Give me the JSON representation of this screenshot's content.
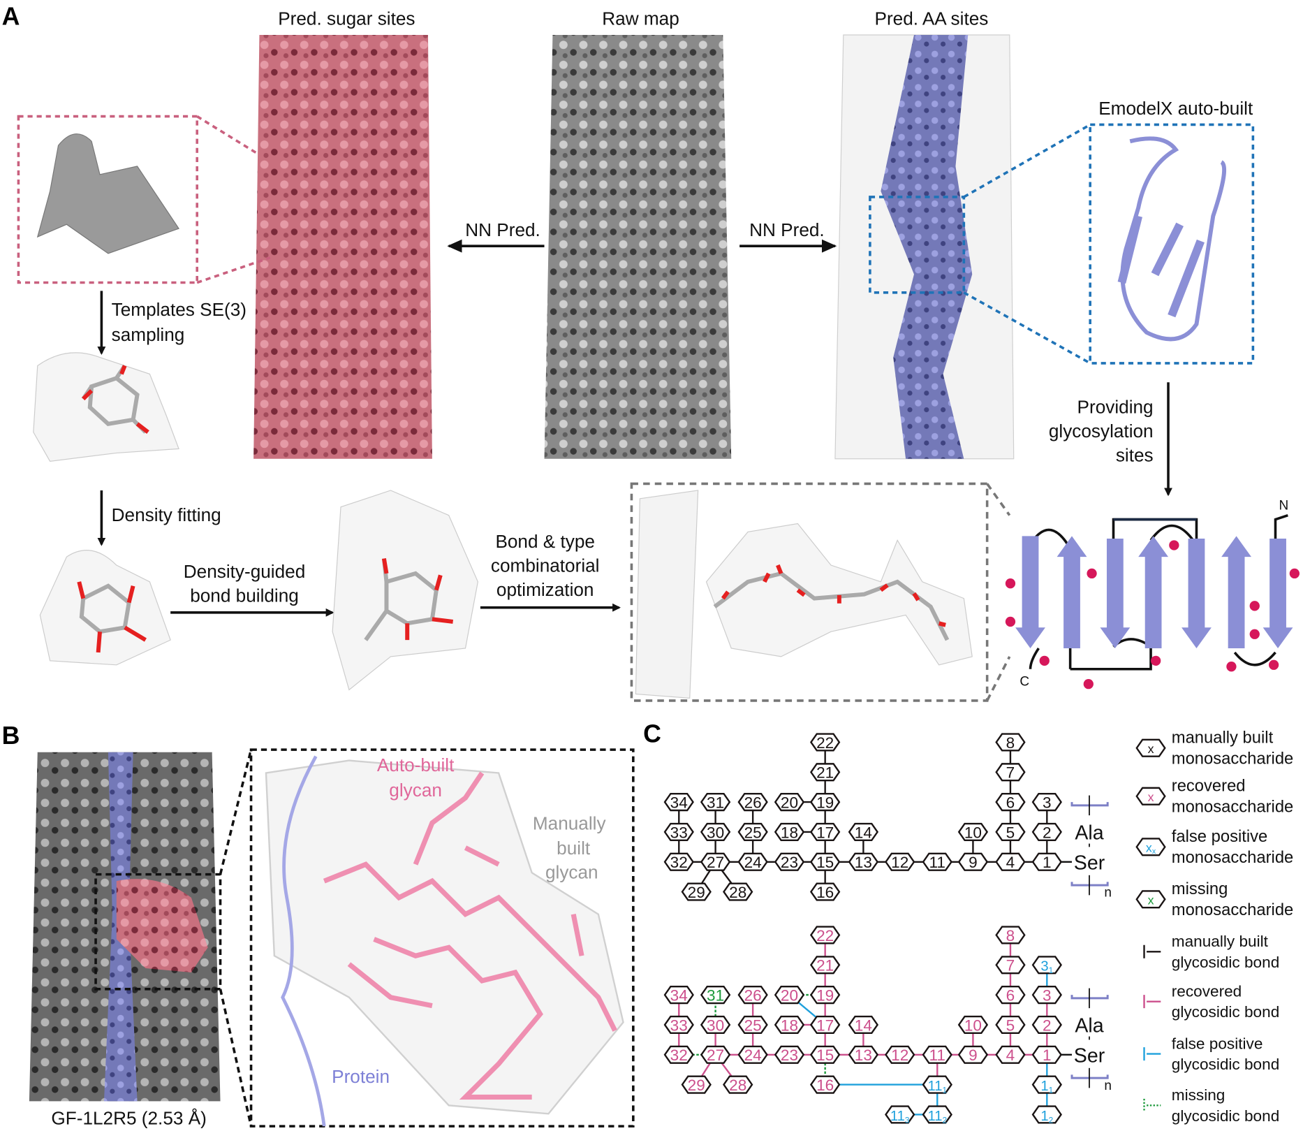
{
  "panels": {
    "a": "A",
    "b": "B",
    "c": "C"
  },
  "panel_a": {
    "col_sugar": "Pred. sugar sites",
    "col_raw": "Raw map",
    "col_aa": "Pred. AA sites",
    "nn_pred_left": "NN Pred.",
    "nn_pred_right": "NN Pred.",
    "emodelx": "EmodelX auto-built",
    "templates_1": "Templates SE(3)",
    "templates_2": "sampling",
    "density_fitting": "Density fitting",
    "dg_1": "Density-guided",
    "dg_2": "bond building",
    "bt_1": "Bond & type",
    "bt_2": "combinatorial",
    "bt_3": "optimization",
    "prov_1": "Providing",
    "prov_2": "glycosylation",
    "prov_3": "sites",
    "topo_n": "N",
    "topo_c": "C"
  },
  "panel_b": {
    "map_label": "GF-1L2R5 (2.53 Å)",
    "auto_1": "Auto-built",
    "auto_2": "glycan",
    "man_1": "Manually",
    "man_2": "built",
    "man_3": "glycan",
    "protein": "Protein"
  },
  "panel_c": {
    "residue_ala": "Ala",
    "residue_ser": "Ser",
    "repeat_n": "n",
    "manual_tree": {
      "nodes": [
        "1",
        "2",
        "3",
        "4",
        "5",
        "6",
        "7",
        "8",
        "9",
        "10",
        "11",
        "12",
        "13",
        "14",
        "15",
        "16",
        "17",
        "18",
        "19",
        "20",
        "21",
        "22",
        "23",
        "24",
        "25",
        "26",
        "27",
        "28",
        "29",
        "30",
        "31",
        "32",
        "33",
        "34"
      ],
      "edges": [
        [
          "1",
          "2"
        ],
        [
          "2",
          "3"
        ],
        [
          "1",
          "4"
        ],
        [
          "4",
          "5"
        ],
        [
          "5",
          "6"
        ],
        [
          "6",
          "7"
        ],
        [
          "7",
          "8"
        ],
        [
          "4",
          "9"
        ],
        [
          "9",
          "10"
        ],
        [
          "9",
          "11"
        ],
        [
          "11",
          "12"
        ],
        [
          "12",
          "13"
        ],
        [
          "13",
          "14"
        ],
        [
          "13",
          "15"
        ],
        [
          "15",
          "16"
        ],
        [
          "15",
          "17"
        ],
        [
          "17",
          "18"
        ],
        [
          "17",
          "19"
        ],
        [
          "19",
          "20"
        ],
        [
          "19",
          "21"
        ],
        [
          "21",
          "22"
        ],
        [
          "15",
          "23"
        ],
        [
          "23",
          "24"
        ],
        [
          "24",
          "25"
        ],
        [
          "25",
          "26"
        ],
        [
          "24",
          "27"
        ],
        [
          "27",
          "28"
        ],
        [
          "27",
          "29"
        ],
        [
          "27",
          "30"
        ],
        [
          "30",
          "31"
        ],
        [
          "27",
          "32"
        ],
        [
          "32",
          "33"
        ],
        [
          "33",
          "34"
        ]
      ]
    },
    "auto_tree": {
      "nodes": [
        {
          "id": "1",
          "s": "recovered"
        },
        {
          "id": "2",
          "s": "recovered"
        },
        {
          "id": "3",
          "s": "recovered"
        },
        {
          "id": "4",
          "s": "recovered"
        },
        {
          "id": "5",
          "s": "recovered"
        },
        {
          "id": "6",
          "s": "recovered"
        },
        {
          "id": "7",
          "s": "recovered"
        },
        {
          "id": "8",
          "s": "recovered"
        },
        {
          "id": "9",
          "s": "recovered"
        },
        {
          "id": "10",
          "s": "recovered"
        },
        {
          "id": "11",
          "s": "recovered"
        },
        {
          "id": "12",
          "s": "recovered"
        },
        {
          "id": "13",
          "s": "recovered"
        },
        {
          "id": "14",
          "s": "recovered"
        },
        {
          "id": "15",
          "s": "recovered"
        },
        {
          "id": "16",
          "s": "recovered"
        },
        {
          "id": "17",
          "s": "recovered"
        },
        {
          "id": "18",
          "s": "recovered"
        },
        {
          "id": "19",
          "s": "recovered"
        },
        {
          "id": "20",
          "s": "recovered"
        },
        {
          "id": "21",
          "s": "recovered"
        },
        {
          "id": "22",
          "s": "recovered"
        },
        {
          "id": "23",
          "s": "recovered"
        },
        {
          "id": "24",
          "s": "recovered"
        },
        {
          "id": "25",
          "s": "recovered"
        },
        {
          "id": "26",
          "s": "recovered"
        },
        {
          "id": "27",
          "s": "recovered"
        },
        {
          "id": "28",
          "s": "recovered"
        },
        {
          "id": "29",
          "s": "recovered"
        },
        {
          "id": "30",
          "s": "recovered"
        },
        {
          "id": "31",
          "s": "missing"
        },
        {
          "id": "32",
          "s": "recovered"
        },
        {
          "id": "33",
          "s": "recovered"
        },
        {
          "id": "34",
          "s": "recovered"
        },
        {
          "id": "3",
          "sub": "1",
          "s": "false"
        },
        {
          "id": "1",
          "sub": "1",
          "s": "false"
        },
        {
          "id": "1",
          "sub": "2",
          "s": "false"
        },
        {
          "id": "11",
          "sub": "1",
          "s": "false"
        },
        {
          "id": "11",
          "sub": "2",
          "s": "false"
        },
        {
          "id": "11",
          "sub": "3",
          "s": "false"
        }
      ],
      "edges": [
        [
          "1",
          "2",
          "recovered"
        ],
        [
          "2",
          "3",
          "recovered"
        ],
        [
          "1",
          "4",
          "recovered"
        ],
        [
          "4",
          "5",
          "recovered"
        ],
        [
          "5",
          "6",
          "recovered"
        ],
        [
          "6",
          "7",
          "recovered"
        ],
        [
          "7",
          "8",
          "recovered"
        ],
        [
          "4",
          "9",
          "recovered"
        ],
        [
          "9",
          "10",
          "recovered"
        ],
        [
          "9",
          "11",
          "recovered"
        ],
        [
          "11",
          "12",
          "recovered"
        ],
        [
          "12",
          "13",
          "recovered"
        ],
        [
          "13",
          "14",
          "recovered"
        ],
        [
          "13",
          "15",
          "recovered"
        ],
        [
          "15",
          "16",
          "missing"
        ],
        [
          "15",
          "17",
          "recovered"
        ],
        [
          "17",
          "18",
          "recovered"
        ],
        [
          "17",
          "19",
          "recovered"
        ],
        [
          "19",
          "20",
          "missing"
        ],
        [
          "17",
          "20",
          "false"
        ],
        [
          "19",
          "21",
          "recovered"
        ],
        [
          "21",
          "22",
          "recovered"
        ],
        [
          "15",
          "23",
          "recovered"
        ],
        [
          "23",
          "24",
          "recovered"
        ],
        [
          "24",
          "25",
          "recovered"
        ],
        [
          "25",
          "26",
          "recovered"
        ],
        [
          "24",
          "27",
          "recovered"
        ],
        [
          "27",
          "28",
          "recovered"
        ],
        [
          "27",
          "29",
          "recovered"
        ],
        [
          "27",
          "30",
          "recovered"
        ],
        [
          "30",
          "31",
          "missing"
        ],
        [
          "27",
          "32",
          "missing"
        ],
        [
          "32",
          "33",
          "recovered"
        ],
        [
          "33",
          "34",
          "recovered"
        ],
        [
          "3",
          "3_1",
          "false"
        ],
        [
          "1",
          "1_1",
          "false"
        ],
        [
          "1_1",
          "1_2",
          "false"
        ],
        [
          "11",
          "11_1",
          "recovered"
        ],
        [
          "16",
          "11_1",
          "false"
        ],
        [
          "11_1",
          "11_2",
          "false"
        ],
        [
          "11_2",
          "11_3",
          "false"
        ]
      ]
    },
    "legend": [
      {
        "kind": "node",
        "s": "manual",
        "glyph": "x",
        "l1": "manually built",
        "l2": "monosaccharide"
      },
      {
        "kind": "node",
        "s": "recovered",
        "glyph": "x",
        "l1": "recovered",
        "l2": "monosaccharide"
      },
      {
        "kind": "node",
        "s": "false",
        "glyph": "x",
        "sub": "x",
        "l1": "false positive",
        "l2": "monosaccharide"
      },
      {
        "kind": "node",
        "s": "missing",
        "glyph": "x",
        "l1": "missing",
        "l2": "monosaccharide"
      },
      {
        "kind": "bond",
        "s": "manual",
        "l1": "manually built",
        "l2": "glycosidic bond"
      },
      {
        "kind": "bond",
        "s": "recovered",
        "l1": "recovered",
        "l2": "glycosidic bond"
      },
      {
        "kind": "bond",
        "s": "false",
        "l1": "false positive",
        "l2": "glycosidic bond"
      },
      {
        "kind": "bond",
        "s": "missing",
        "l1": "missing",
        "l2": "glycosidic bond"
      }
    ]
  },
  "colors": {
    "manual": "#1a1414",
    "recovered": "#cc4f8c",
    "false": "#1ea0dc",
    "missing": "#1d9a3c",
    "sugar": "#c9707e",
    "protein": "#8b8fd6",
    "blue_box": "#1f73b7",
    "pink_box": "#c9607e"
  }
}
